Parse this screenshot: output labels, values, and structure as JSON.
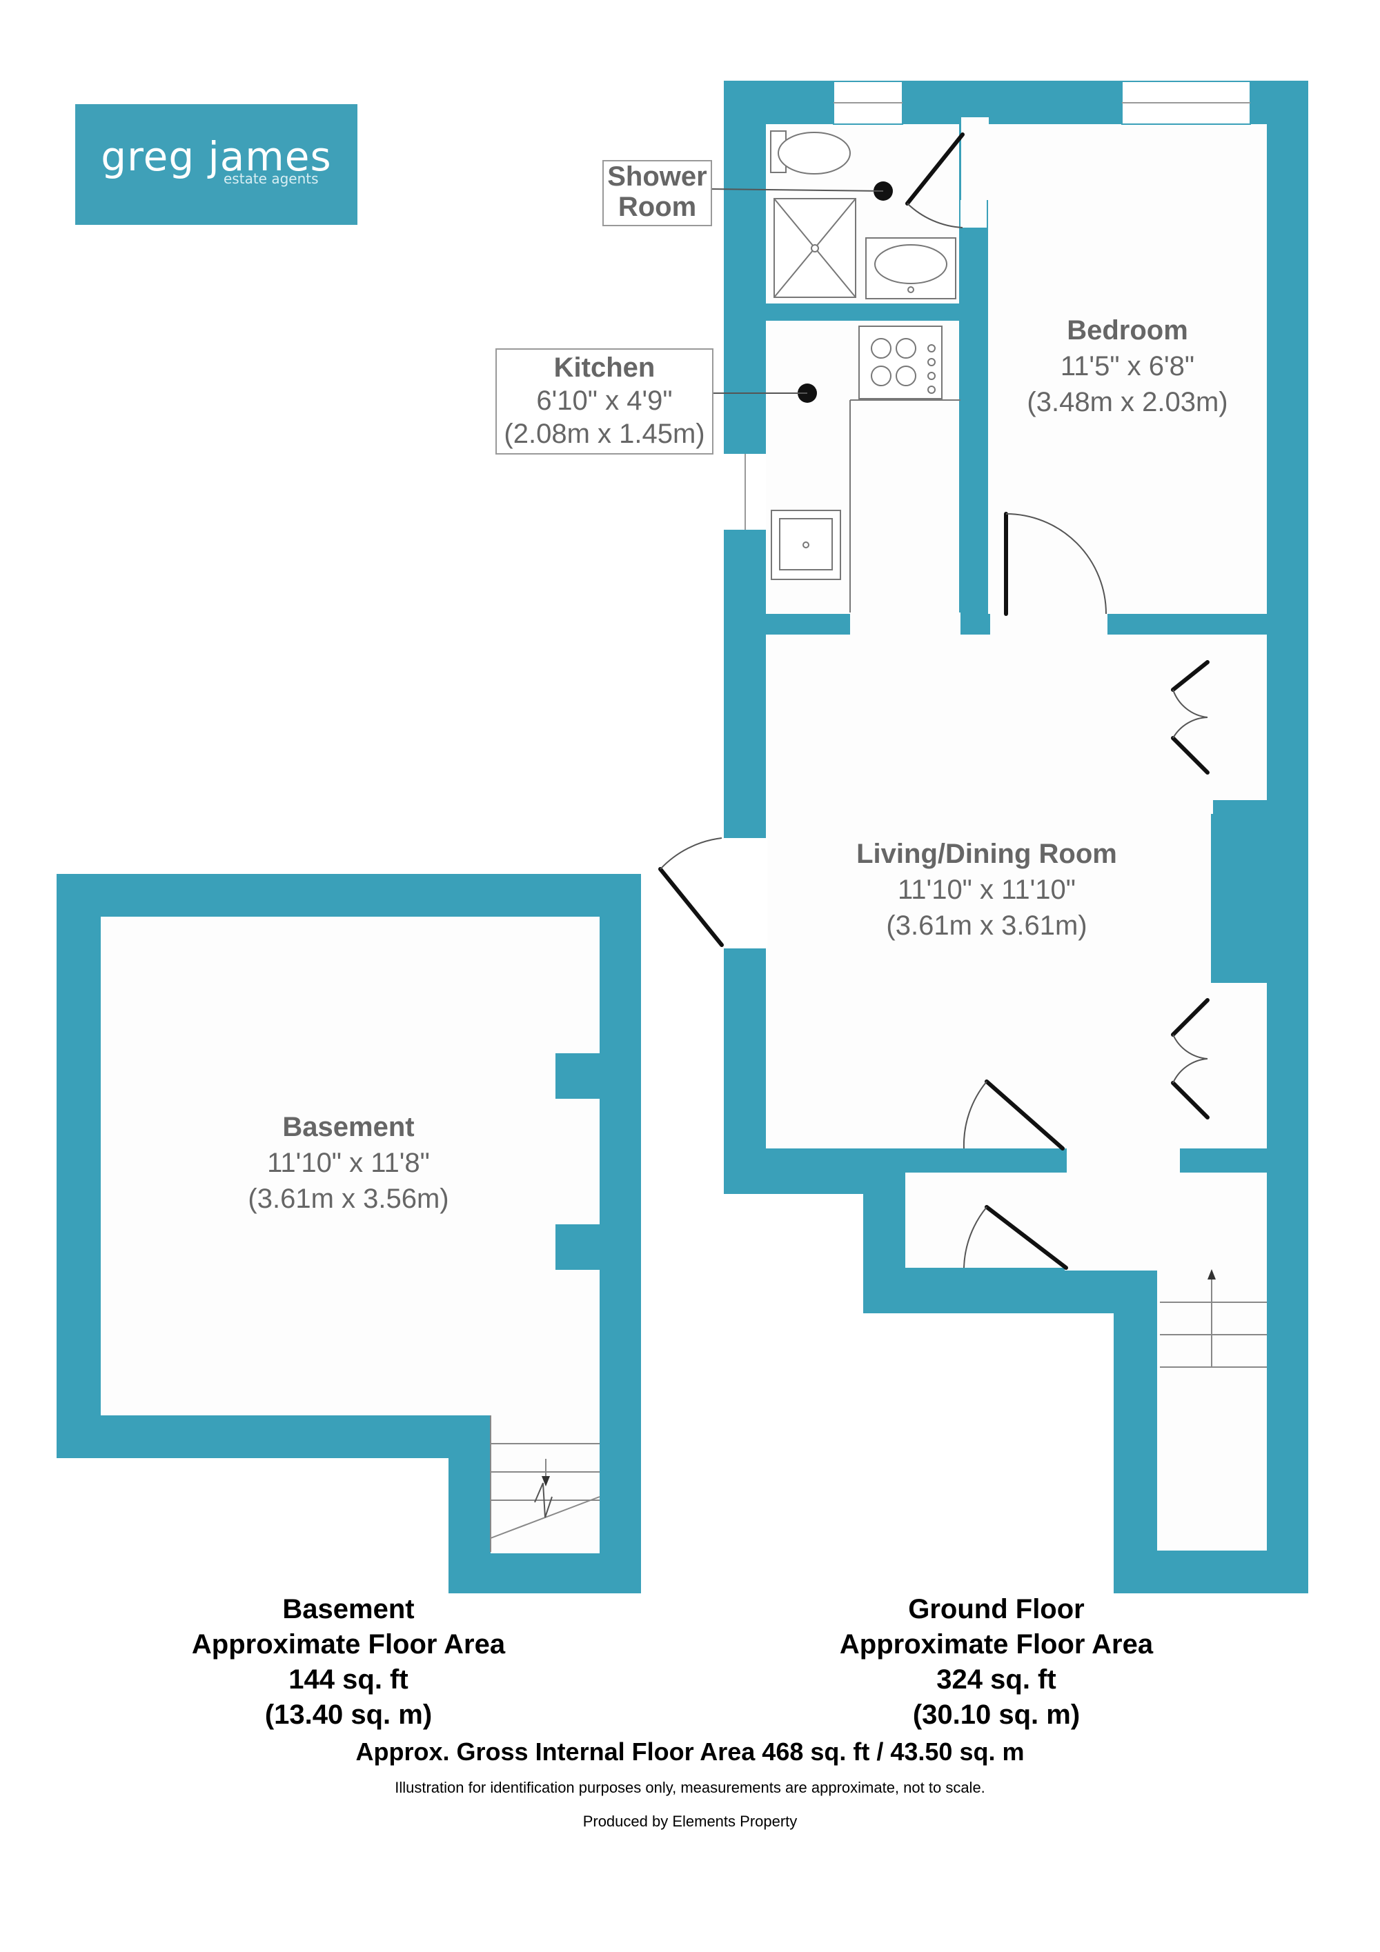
{
  "logo": {
    "name": "greg james",
    "tagline": "estate agents"
  },
  "rooms": {
    "shower": {
      "name_line1": "Shower",
      "name_line2": "Room"
    },
    "kitchen": {
      "name": "Kitchen",
      "dim_imperial": "6'10\" x 4'9\"",
      "dim_metric": "(2.08m x 1.45m)"
    },
    "bedroom": {
      "name": "Bedroom",
      "dim_imperial": "11'5\" x 6'8\"",
      "dim_metric": "(3.48m x 2.03m)"
    },
    "living": {
      "name": "Living/Dining Room",
      "dim_imperial": "11'10\" x 11'10\"",
      "dim_metric": "(3.61m x 3.61m)"
    },
    "basement": {
      "name": "Basement",
      "dim_imperial": "11'10\" x 11'8\"",
      "dim_metric": "(3.61m x 3.56m)"
    }
  },
  "summary": {
    "basement": {
      "floor": "Basement",
      "label": "Approximate Floor Area",
      "sqft": "144 sq. ft",
      "sqm": "(13.40 sq. m)"
    },
    "ground": {
      "floor": "Ground Floor",
      "label": "Approximate Floor Area",
      "sqft": "324 sq. ft",
      "sqm": "(30.10 sq. m)"
    },
    "gross": "Approx. Gross Internal Floor Area 468 sq. ft / 43.50 sq. m",
    "disclaimer": "Illustration for identification purposes only, measurements are approximate, not to scale.",
    "producer": "Produced by Elements Property"
  },
  "colors": {
    "wall": "#3aa0b9",
    "floor": "#fdfdfd",
    "logo_bg": "#3fa0b8",
    "room_text": "#666666"
  }
}
